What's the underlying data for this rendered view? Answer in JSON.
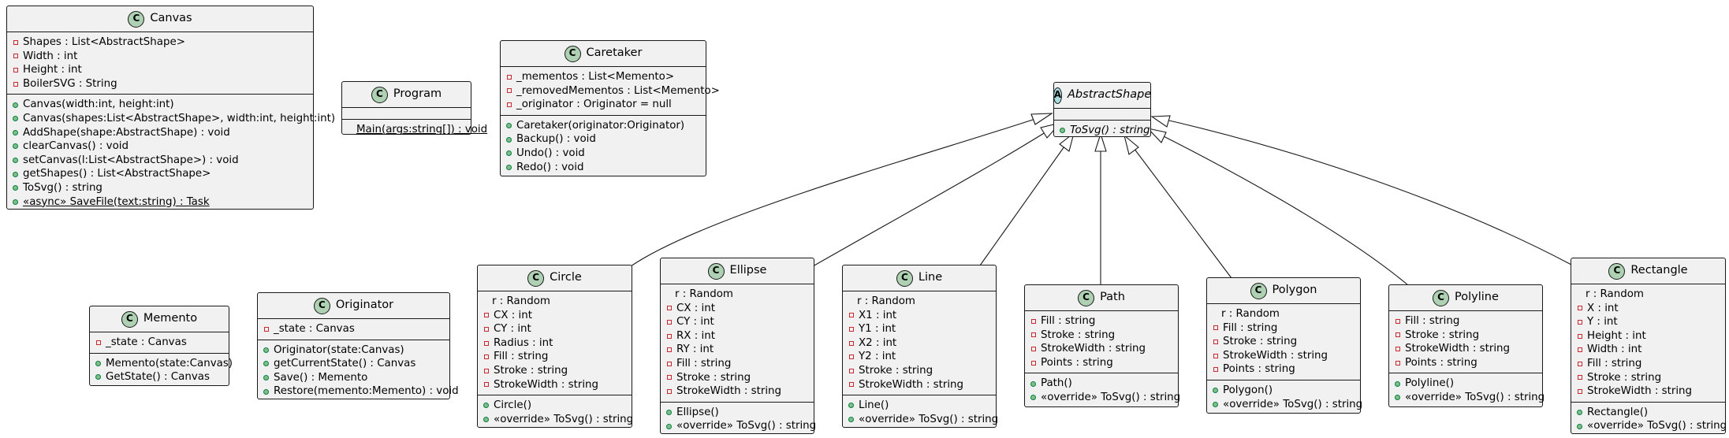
{
  "classes": {
    "canvas": {
      "name": "Canvas",
      "stereotype_letter": "C",
      "fields": [
        {
          "vis": "private",
          "text": "Shapes : List<AbstractShape>"
        },
        {
          "vis": "private",
          "text": "Width : int"
        },
        {
          "vis": "private",
          "text": "Height : int"
        },
        {
          "vis": "private",
          "text": "BoilerSVG : String"
        }
      ],
      "methods": [
        {
          "vis": "public",
          "text": "Canvas(width:int, height:int)"
        },
        {
          "vis": "public",
          "text": "Canvas(shapes:List<AbstractShape>, width:int, height:int)"
        },
        {
          "vis": "public",
          "text": "AddShape(shape:AbstractShape) : void"
        },
        {
          "vis": "public",
          "text": "clearCanvas() : void"
        },
        {
          "vis": "public",
          "text": "setCanvas(l:List<AbstractShape>) : void"
        },
        {
          "vis": "public",
          "text": "getShapes() : List<AbstractShape>"
        },
        {
          "vis": "public",
          "text": "ToSvg() : string"
        },
        {
          "vis": "public",
          "text": "«async» SaveFile(text:string) : Task",
          "static": true
        }
      ]
    },
    "program": {
      "name": "Program",
      "stereotype_letter": "C",
      "fields": [],
      "methods": [
        {
          "vis": "none",
          "text": "Main(args:string[]) : void",
          "static": true
        }
      ]
    },
    "caretaker": {
      "name": "Caretaker",
      "stereotype_letter": "C",
      "fields": [
        {
          "vis": "private",
          "text": "_mementos : List<Memento>"
        },
        {
          "vis": "private",
          "text": "_removedMementos : List<Memento>"
        },
        {
          "vis": "private",
          "text": "_originator : Originator = null"
        }
      ],
      "methods": [
        {
          "vis": "public",
          "text": "Caretaker(originator:Originator)"
        },
        {
          "vis": "public",
          "text": "Backup() : void"
        },
        {
          "vis": "public",
          "text": "Undo() : void"
        },
        {
          "vis": "public",
          "text": "Redo() : void"
        }
      ]
    },
    "abstractshape": {
      "name": "AbstractShape",
      "stereotype_letter": "A",
      "abstract": true,
      "fields": [],
      "methods": [
        {
          "vis": "public",
          "text": "ToSvg() : string",
          "abstract": true
        }
      ]
    },
    "memento": {
      "name": "Memento",
      "stereotype_letter": "C",
      "fields": [
        {
          "vis": "private",
          "text": "_state : Canvas"
        }
      ],
      "methods": [
        {
          "vis": "public",
          "text": "Memento(state:Canvas)"
        },
        {
          "vis": "public",
          "text": "GetState() : Canvas"
        }
      ]
    },
    "originator": {
      "name": "Originator",
      "stereotype_letter": "C",
      "fields": [
        {
          "vis": "private",
          "text": "_state : Canvas"
        }
      ],
      "methods": [
        {
          "vis": "public",
          "text": "Originator(state:Canvas)"
        },
        {
          "vis": "public",
          "text": "getCurrentState() : Canvas"
        },
        {
          "vis": "public",
          "text": "Save() : Memento"
        },
        {
          "vis": "public",
          "text": "Restore(memento:Memento) : void"
        }
      ]
    },
    "circle": {
      "name": "Circle",
      "stereotype_letter": "C",
      "fields": [
        {
          "vis": "none",
          "text": "r : Random"
        },
        {
          "vis": "private",
          "text": "CX : int"
        },
        {
          "vis": "private",
          "text": "CY : int"
        },
        {
          "vis": "private",
          "text": "Radius : int"
        },
        {
          "vis": "private",
          "text": "Fill : string"
        },
        {
          "vis": "private",
          "text": "Stroke : string"
        },
        {
          "vis": "private",
          "text": "StrokeWidth : string"
        }
      ],
      "methods": [
        {
          "vis": "public",
          "text": "Circle()"
        },
        {
          "vis": "public",
          "text": "«override» ToSvg() : string"
        }
      ]
    },
    "ellipse": {
      "name": "Ellipse",
      "stereotype_letter": "C",
      "fields": [
        {
          "vis": "none",
          "text": "r : Random"
        },
        {
          "vis": "private",
          "text": "CX : int"
        },
        {
          "vis": "private",
          "text": "CY : int"
        },
        {
          "vis": "private",
          "text": "RX : int"
        },
        {
          "vis": "private",
          "text": "RY : int"
        },
        {
          "vis": "private",
          "text": "Fill : string"
        },
        {
          "vis": "private",
          "text": "Stroke : string"
        },
        {
          "vis": "private",
          "text": "StrokeWidth : string"
        }
      ],
      "methods": [
        {
          "vis": "public",
          "text": "Ellipse()"
        },
        {
          "vis": "public",
          "text": "«override» ToSvg() : string"
        }
      ]
    },
    "line": {
      "name": "Line",
      "stereotype_letter": "C",
      "fields": [
        {
          "vis": "none",
          "text": "r : Random"
        },
        {
          "vis": "private",
          "text": "X1 : int"
        },
        {
          "vis": "private",
          "text": "Y1 : int"
        },
        {
          "vis": "private",
          "text": "X2 : int"
        },
        {
          "vis": "private",
          "text": "Y2 : int"
        },
        {
          "vis": "private",
          "text": "Stroke : string"
        },
        {
          "vis": "private",
          "text": "StrokeWidth : string"
        }
      ],
      "methods": [
        {
          "vis": "public",
          "text": "Line()"
        },
        {
          "vis": "public",
          "text": "«override» ToSvg() : string"
        }
      ]
    },
    "path": {
      "name": "Path",
      "stereotype_letter": "C",
      "fields": [
        {
          "vis": "private",
          "text": "Fill : string"
        },
        {
          "vis": "private",
          "text": "Stroke : string"
        },
        {
          "vis": "private",
          "text": "StrokeWidth : string"
        },
        {
          "vis": "private",
          "text": "Points : string"
        }
      ],
      "methods": [
        {
          "vis": "public",
          "text": "Path()"
        },
        {
          "vis": "public",
          "text": "«override» ToSvg() : string"
        }
      ]
    },
    "polygon": {
      "name": "Polygon",
      "stereotype_letter": "C",
      "fields": [
        {
          "vis": "none",
          "text": "r : Random"
        },
        {
          "vis": "private",
          "text": "Fill : string"
        },
        {
          "vis": "private",
          "text": "Stroke : string"
        },
        {
          "vis": "private",
          "text": "StrokeWidth : string"
        },
        {
          "vis": "private",
          "text": "Points : string"
        }
      ],
      "methods": [
        {
          "vis": "public",
          "text": "Polygon()"
        },
        {
          "vis": "public",
          "text": "«override» ToSvg() : string"
        }
      ]
    },
    "polyline": {
      "name": "Polyline",
      "stereotype_letter": "C",
      "fields": [
        {
          "vis": "private",
          "text": "Fill : string"
        },
        {
          "vis": "private",
          "text": "Stroke : string"
        },
        {
          "vis": "private",
          "text": "StrokeWidth : string"
        },
        {
          "vis": "private",
          "text": "Points : string"
        }
      ],
      "methods": [
        {
          "vis": "public",
          "text": "Polyline()"
        },
        {
          "vis": "public",
          "text": "«override» ToSvg() : string"
        }
      ]
    },
    "rectangle": {
      "name": "Rectangle",
      "stereotype_letter": "C",
      "fields": [
        {
          "vis": "none",
          "text": "r : Random"
        },
        {
          "vis": "private",
          "text": "X : int"
        },
        {
          "vis": "private",
          "text": "Y : int"
        },
        {
          "vis": "private",
          "text": "Height : int"
        },
        {
          "vis": "private",
          "text": "Width : int"
        },
        {
          "vis": "private",
          "text": "Fill : string"
        },
        {
          "vis": "private",
          "text": "Stroke : string"
        },
        {
          "vis": "private",
          "text": "StrokeWidth : string"
        }
      ],
      "methods": [
        {
          "vis": "public",
          "text": "Rectangle()"
        },
        {
          "vis": "public",
          "text": "«override» ToSvg() : string"
        }
      ]
    }
  },
  "relations": [
    {
      "type": "inheritance",
      "from": "Circle",
      "to": "AbstractShape"
    },
    {
      "type": "inheritance",
      "from": "Ellipse",
      "to": "AbstractShape"
    },
    {
      "type": "inheritance",
      "from": "Line",
      "to": "AbstractShape"
    },
    {
      "type": "inheritance",
      "from": "Path",
      "to": "AbstractShape"
    },
    {
      "type": "inheritance",
      "from": "Polygon",
      "to": "AbstractShape"
    },
    {
      "type": "inheritance",
      "from": "Polyline",
      "to": "AbstractShape"
    },
    {
      "type": "inheritance",
      "from": "Rectangle",
      "to": "AbstractShape"
    }
  ],
  "colors": {
    "class_circle": "#add1b2",
    "abstract_circle": "#a9dcdf",
    "box_fill": "#f1f1f1",
    "border": "#181818",
    "private_marker": "#c82930",
    "public_marker": "#84be84"
  }
}
